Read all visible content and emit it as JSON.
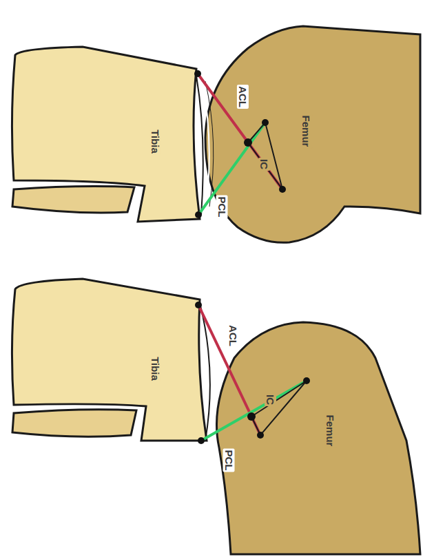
{
  "diagram": {
    "labels": [
      "ACL",
      "Femur",
      "Tibia",
      "IC",
      "PCL",
      "Tibia",
      "ACL",
      "IC",
      "Femur",
      "PCL"
    ]
  }
}
